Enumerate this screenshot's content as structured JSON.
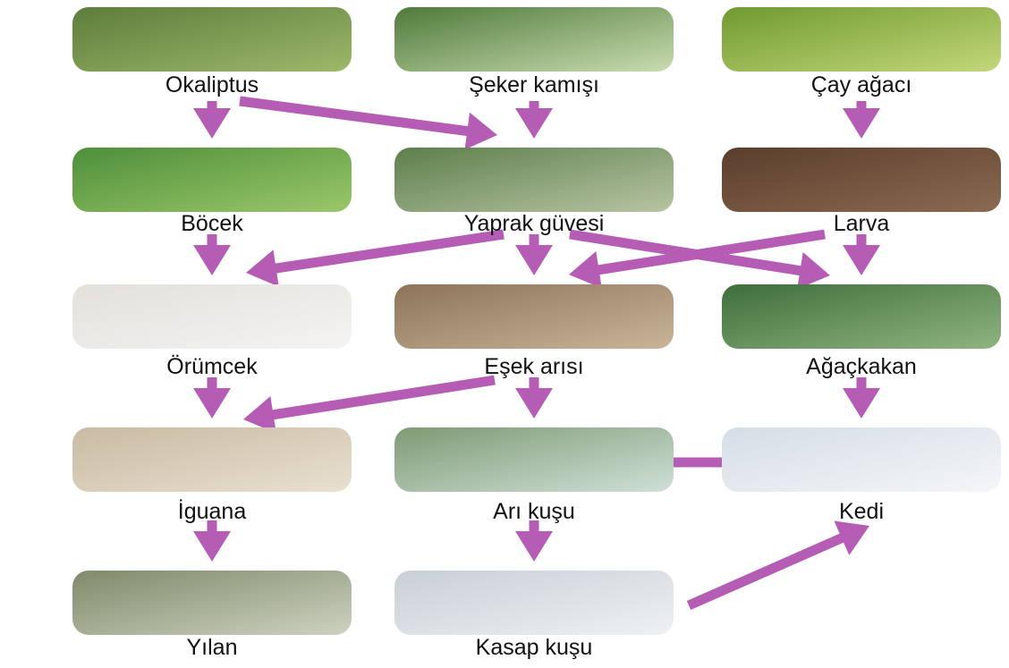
{
  "diagram": {
    "type": "food-web",
    "arrow_color": "#b55db4",
    "nodes": [
      {
        "id": "okaliptus",
        "label": "Okaliptus",
        "image": "eucalyptus-leaves",
        "colors": [
          "#5e7d3b",
          "#9cb86a"
        ]
      },
      {
        "id": "seker",
        "label": "Şeker kamışı",
        "image": "sugar-cane-field",
        "colors": [
          "#4f7a3a",
          "#c9dcb0"
        ]
      },
      {
        "id": "cay",
        "label": "Çay ağacı",
        "image": "tea-tree-branches",
        "colors": [
          "#6f9a30",
          "#c3d77a"
        ]
      },
      {
        "id": "bocek",
        "label": "Böcek",
        "image": "blue-beetle-on-leaf",
        "colors": [
          "#4d8f3a",
          "#9bc76a"
        ]
      },
      {
        "id": "guve",
        "label": "Yaprak güvesi",
        "image": "white-leaf-moth",
        "colors": [
          "#5d7f4c",
          "#b7c4a3"
        ]
      },
      {
        "id": "larva",
        "label": "Larva",
        "image": "larva-on-soil",
        "colors": [
          "#5a3d2c",
          "#8a6a52"
        ]
      },
      {
        "id": "orumcek",
        "label": "Örümcek",
        "image": "wolf-spider",
        "colors": [
          "#e3e0dc",
          "#f5f4f2"
        ]
      },
      {
        "id": "esek",
        "label": "Eşek arısı",
        "image": "wasp-on-log",
        "colors": [
          "#8d7458",
          "#c9b49a"
        ]
      },
      {
        "id": "agackakan",
        "label": "Ağaçkakan",
        "image": "woodpecker",
        "colors": [
          "#3f6e3b",
          "#8fb480"
        ]
      },
      {
        "id": "iguana",
        "label": "İguana",
        "image": "green-iguana-on-sand",
        "colors": [
          "#c9bba3",
          "#e9e0d0"
        ]
      },
      {
        "id": "arikusu",
        "label": "Arı kuşu",
        "image": "bee-eater-bird",
        "colors": [
          "#7e9a73",
          "#cfe0d8"
        ]
      },
      {
        "id": "kedi",
        "label": "Kedi",
        "image": "grey-kitten",
        "colors": [
          "#d6dde6",
          "#f4f6f8"
        ]
      },
      {
        "id": "yilan",
        "label": "Yılan",
        "image": "snake",
        "colors": [
          "#7f8a6a",
          "#cdd2c0"
        ]
      },
      {
        "id": "kasap",
        "label": "Kasap kuşu",
        "image": "shrike-birds",
        "colors": [
          "#c9cfd6",
          "#eef1f4"
        ]
      }
    ],
    "edges": [
      {
        "from": "okaliptus",
        "to": "bocek"
      },
      {
        "from": "okaliptus",
        "to": "guve"
      },
      {
        "from": "seker",
        "to": "guve"
      },
      {
        "from": "cay",
        "to": "larva"
      },
      {
        "from": "bocek",
        "to": "orumcek"
      },
      {
        "from": "guve",
        "to": "orumcek"
      },
      {
        "from": "guve",
        "to": "esek"
      },
      {
        "from": "guve",
        "to": "agackakan"
      },
      {
        "from": "larva",
        "to": "esek"
      },
      {
        "from": "larva",
        "to": "agackakan"
      },
      {
        "from": "orumcek",
        "to": "iguana"
      },
      {
        "from": "esek",
        "to": "iguana"
      },
      {
        "from": "esek",
        "to": "arikusu"
      },
      {
        "from": "agackakan",
        "to": "kedi"
      },
      {
        "from": "arikusu",
        "to": "kedi"
      },
      {
        "from": "iguana",
        "to": "yilan"
      },
      {
        "from": "arikusu",
        "to": "kasap"
      },
      {
        "from": "kasap",
        "to": "kedi"
      }
    ]
  }
}
